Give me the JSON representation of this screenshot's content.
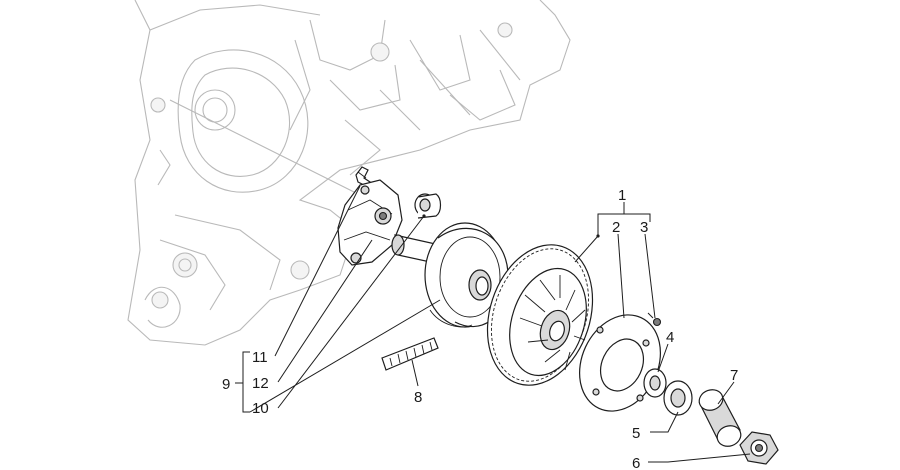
{
  "callouts": {
    "c1": "1",
    "c2": "2",
    "c3": "3",
    "c4": "4",
    "c5": "5",
    "c6": "6",
    "c7": "7",
    "c8": "8",
    "c9": "9",
    "c10": "10",
    "c11": "11",
    "c12": "12"
  },
  "colors": {
    "line": "#1e1e1e",
    "ghost": "#b9b9b9",
    "shade": "#d9d9d9"
  }
}
